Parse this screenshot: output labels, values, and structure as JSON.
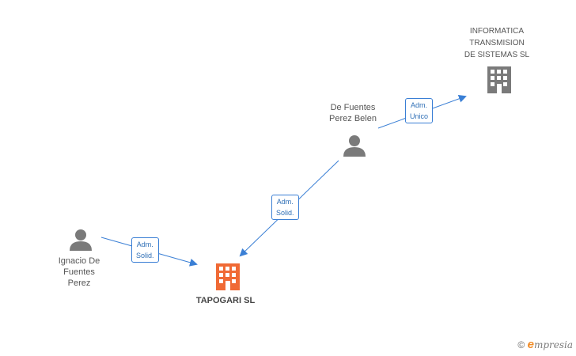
{
  "nodes": {
    "informatica": {
      "label": "INFORMATICA\nTRANSMISION\nDE SISTEMAS SL",
      "type": "company"
    },
    "belen": {
      "label": "De Fuentes\nPerez Belen",
      "type": "person"
    },
    "ignacio": {
      "label": "Ignacio De\nFuentes\nPerez",
      "type": "person"
    },
    "tapogari": {
      "label": "TAPOGARI SL",
      "type": "company",
      "highlight": true
    }
  },
  "edges": {
    "belen_informatica": {
      "label": "Adm.\nUnico"
    },
    "belen_tapogari": {
      "label": "Adm.\nSolid."
    },
    "ignacio_tapogari": {
      "label": "Adm.\nSolid."
    }
  },
  "brand": {
    "symbol": "©",
    "initial": "e",
    "rest": "mpresia"
  },
  "colors": {
    "edge": "#3a7fd5",
    "person": "#7a7a7a",
    "company": "#7a7a7a",
    "highlight": "#f06a35"
  }
}
